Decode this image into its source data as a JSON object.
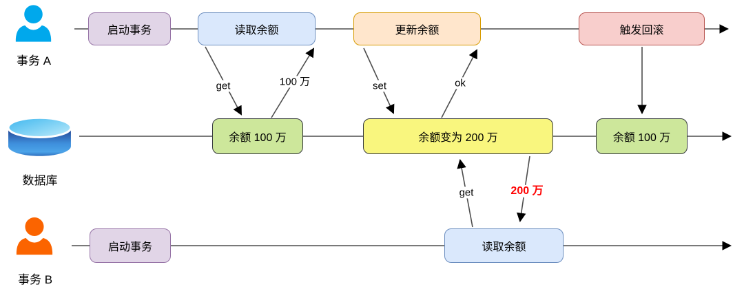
{
  "diagram_title": "",
  "lanes": {
    "a": {
      "label": "事务 A",
      "icon": "person-icon",
      "icon_color": "#00A8EC"
    },
    "db": {
      "label": "数据库",
      "icon": "database-icon",
      "icon_color": "#2E6BC6"
    },
    "b": {
      "label": "事务 B",
      "icon": "person-icon",
      "icon_color": "#FB6400"
    }
  },
  "nodes": {
    "a_start": {
      "lane": "a",
      "label": "启动事务",
      "fill": "#E1D5E7",
      "stroke": "#9673A6"
    },
    "a_read": {
      "lane": "a",
      "label": "读取余额",
      "fill": "#DAE8FC",
      "stroke": "#6C8EBF"
    },
    "a_update": {
      "lane": "a",
      "label": "更新余额",
      "fill": "#FFE6CC",
      "stroke": "#D79B00"
    },
    "a_rollback": {
      "lane": "a",
      "label": "触发回滚",
      "fill": "#F8CECC",
      "stroke": "#B85450"
    },
    "db_balance_1": {
      "lane": "db",
      "label": "余额 100 万",
      "fill": "#CDE79B",
      "stroke": "#36393D"
    },
    "db_balance_2": {
      "lane": "db",
      "label": "余额变为 200 万",
      "fill": "#F9F67E",
      "stroke": "#36393D"
    },
    "db_balance_3": {
      "lane": "db",
      "label": "余额 100 万",
      "fill": "#CDE79B",
      "stroke": "#36393D"
    },
    "b_start": {
      "lane": "b",
      "label": "启动事务",
      "fill": "#E1D5E7",
      "stroke": "#9673A6"
    },
    "b_read": {
      "lane": "b",
      "label": "读取余额",
      "fill": "#DAE8FC",
      "stroke": "#6C8EBF"
    }
  },
  "edges": [
    {
      "from": "a_read",
      "to": "db_balance_1",
      "label": "get"
    },
    {
      "from": "db_balance_1",
      "to": "a_read",
      "label": "100 万"
    },
    {
      "from": "a_update",
      "to": "db_balance_2",
      "label": "set"
    },
    {
      "from": "db_balance_2",
      "to": "a_update",
      "label": "ok"
    },
    {
      "from": "a_rollback",
      "to": "db_balance_3",
      "label": ""
    },
    {
      "from": "b_read",
      "to": "db_balance_2",
      "label": "get"
    },
    {
      "from": "db_balance_2",
      "to": "b_read",
      "label": "200 万",
      "emphasis": "red-bold"
    }
  ],
  "colors": {
    "line": "#4D4D4D",
    "arrowhead": "#000000",
    "highlight_red": "#FF0000",
    "actor_a_blue": "#00A8EC",
    "actor_b_orange": "#FB6400",
    "text": "#000000"
  }
}
